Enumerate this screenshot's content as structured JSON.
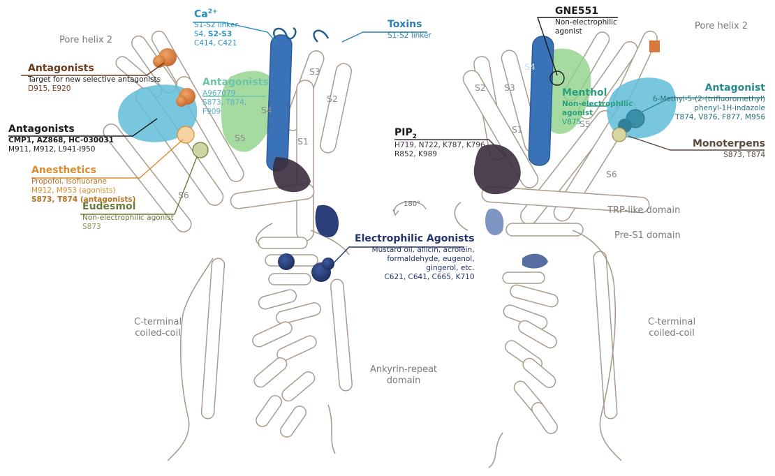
{
  "colors": {
    "ca": "#2b8fc1",
    "toxins": "#2b7fb0",
    "antag_brown": "#6b3a1d",
    "antag_orange": "#d9783c",
    "antag_cyan": "#62bdd8",
    "antag_green": "#6bc5a8",
    "black": "#1a1a1a",
    "anesth": "#d98c2c",
    "eudesmol": "#6a7a38",
    "electro": "#24336b",
    "pip2": "#3b2e3d",
    "menthol": "#2a9f7e",
    "menthol_fill": "#8fd18a",
    "antagonist_r": "#2a8a8d",
    "mono": "#5a4a3a",
    "helix_blue": "#3a72b8",
    "outline": "#a89c8c",
    "gray": "#888888"
  },
  "left": {
    "pore_helix": "Pore helix 2",
    "ca": {
      "title": "Ca",
      "sup": "2+",
      "l1": "S1-S2 linker",
      "l2a": "S4, ",
      "l2b": "S2-S3",
      "l3": "C414, C421"
    },
    "toxins": {
      "title": "Toxins",
      "l1": "S1-S2 linker"
    },
    "antag1": {
      "title": "Antagonists",
      "l1": "Target for new selective antagonists",
      "l2": "D915, E920"
    },
    "antag2": {
      "title": "Antagonists",
      "l1": "A967079",
      "l2": "S873, T874,",
      "l3": "F909"
    },
    "antag3": {
      "title": "Antagonists",
      "l1": "CMP1, AZ868, HC-030031",
      "l2": "M911, M912, L941-I950"
    },
    "anesth": {
      "title": "Anesthetics",
      "l1": "Propofol, Isofluorane",
      "l2": "M912, M953 (agonists)",
      "l3": "S873, T874 (antagonists)"
    },
    "eudesmol": {
      "title": "Eudesmol",
      "l1": "Non-electrophilic agonist",
      "l2": "S873"
    },
    "electro": {
      "title": "Electrophilic Agonists",
      "l1": "Mustard oil, allicin, acrolein,",
      "l2": "formaldehyde, eugenol,",
      "l3": "gingerol, etc.",
      "l4": "C621, C641, C665, K710"
    },
    "segments": {
      "s1": "S1",
      "s2": "S2",
      "s3": "S3",
      "s4": "S4",
      "s5": "S5",
      "s6": "S6"
    },
    "cterm": {
      "l1": "C-terminal",
      "l2": "coiled-coil"
    },
    "ankyrin": {
      "l1": "Ankyrin-repeat",
      "l2": "domain"
    }
  },
  "right": {
    "pore_helix": "Pore helix 2",
    "gne": {
      "title": "GNE551",
      "l1": "Non-electrophilic",
      "l2": "agonist"
    },
    "menthol": {
      "title": "Menthol",
      "l1": "Non-electrophilic",
      "l2": "agonist",
      "l3": "V875"
    },
    "antagonist": {
      "title": "Antagonist",
      "l1": "6-Methyl-5-(2-(trifluoromethyl)",
      "l2": "phenyl-1H-indazole",
      "l3": "T874, V876, F877, M956"
    },
    "pip2": {
      "title": "PIP",
      "sub": "2",
      "l1": "H719, N722, K787, K796,",
      "l2": "R852, K989"
    },
    "mono": {
      "title": "Monoterpens",
      "l1": "S873, T874"
    },
    "rotation": "180°",
    "trp": "TRP-like domain",
    "pres1": "Pre-S1 domain",
    "segments": {
      "s1": "S1",
      "s2": "S2",
      "s3": "S3",
      "s4": "S4",
      "s5": "S5",
      "s6": "S6"
    },
    "cterm": {
      "l1": "C-terminal",
      "l2": "coiled-coil"
    }
  }
}
